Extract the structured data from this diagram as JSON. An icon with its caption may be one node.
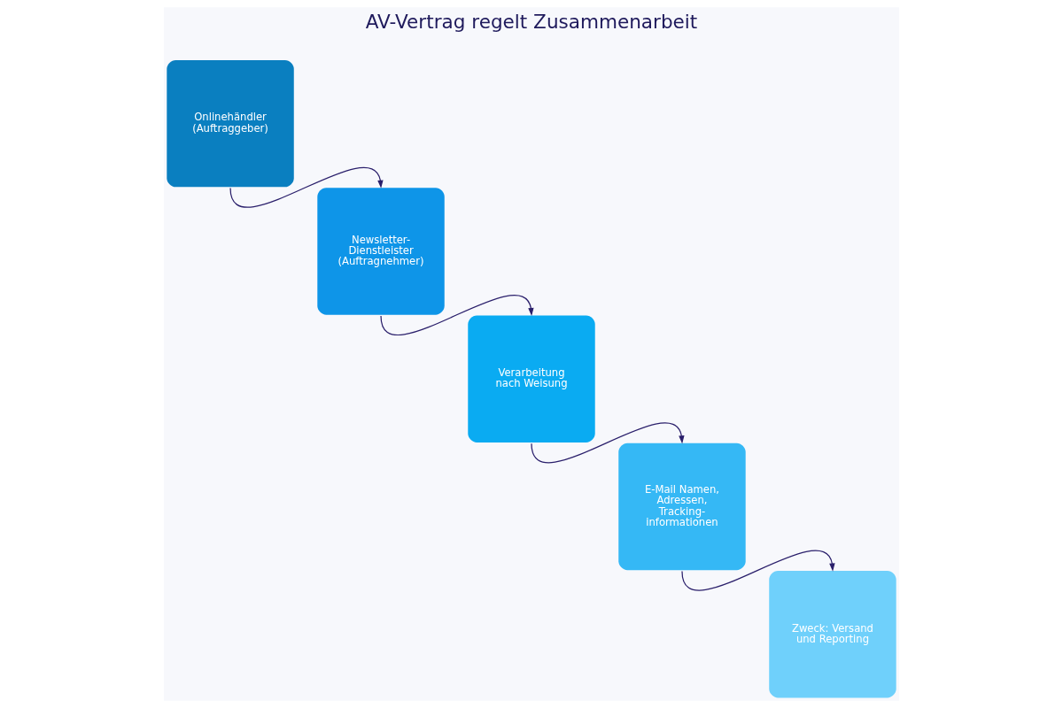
{
  "diagram": {
    "title": "AV-Vertrag regelt Zusammenarbeit",
    "nodes": [
      {
        "text": [
          "Onlinehändler (Auftraggeber)"
        ]
      },
      {
        "text": [
          "Newsletter-Dienstleister (Auftragnehmer)"
        ]
      },
      {
        "text": [
          "Verarbeitung nach Weisung"
        ]
      },
      {
        "text": [
          "E-Mail Namen, Adressen, Tracking-informationen"
        ]
      },
      {
        "text": [
          "Zweck: Versand und Reporting"
        ]
      }
    ],
    "edges": [
      {
        "from": 0,
        "to": 1,
        "arrow": "to"
      },
      {
        "from": 1,
        "to": 2,
        "arrow": "to"
      },
      {
        "from": 2,
        "to": 3,
        "arrow": "to"
      },
      {
        "from": 3,
        "to": 4,
        "arrow": "to"
      }
    ]
  }
}
